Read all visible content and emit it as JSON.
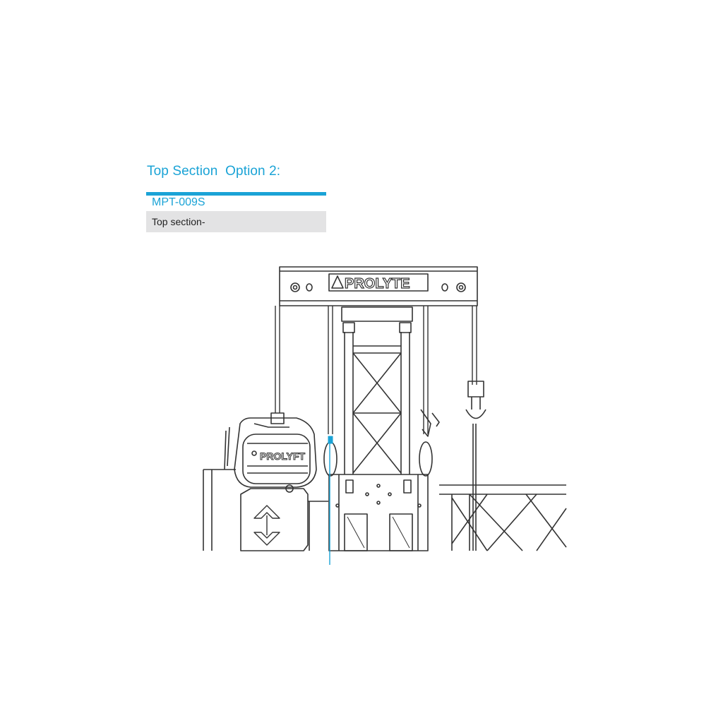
{
  "section": {
    "heading": "Top Section  Option 2:",
    "product_code": "MPT-009S",
    "description": "Top section-"
  },
  "drawing": {
    "beam_brand": "PROLYTE",
    "hoist_brand": "PROLYFT",
    "line_color": "#333333",
    "accent_color": "#1aa3d6"
  }
}
